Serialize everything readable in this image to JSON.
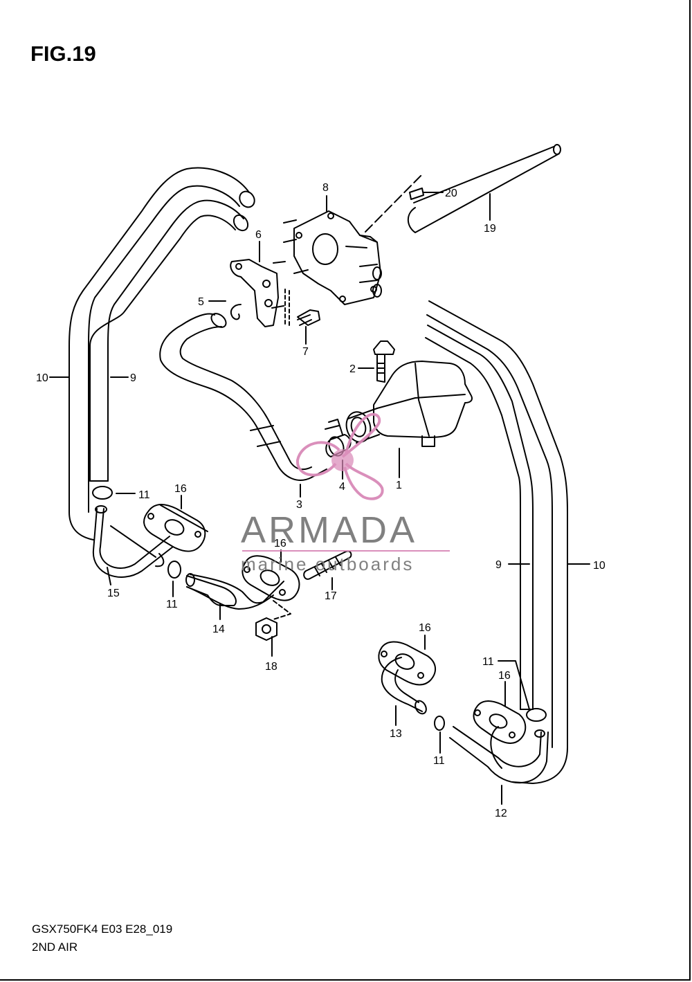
{
  "figure": {
    "title": "FIG.19",
    "code": "GSX750FK4 E03 E28_019",
    "name": "2ND AIR"
  },
  "watermark": {
    "brand": "ARMADA",
    "tagline": "marine outboards",
    "color": "#d98ab8"
  },
  "callouts": {
    "c1": "1",
    "c2": "2",
    "c3": "3",
    "c4": "4",
    "c5": "5",
    "c6": "6",
    "c7": "7",
    "c8": "8",
    "c9a": "9",
    "c9b": "9",
    "c10a": "10",
    "c10b": "10",
    "c11a": "11",
    "c11b": "11",
    "c11c": "11",
    "c11d": "11",
    "c12": "12",
    "c13": "13",
    "c14": "14",
    "c15": "15",
    "c16a": "16",
    "c16b": "16",
    "c16c": "16",
    "c16d": "16",
    "c17": "17",
    "c18": "18",
    "c19": "19",
    "c20": "20"
  }
}
